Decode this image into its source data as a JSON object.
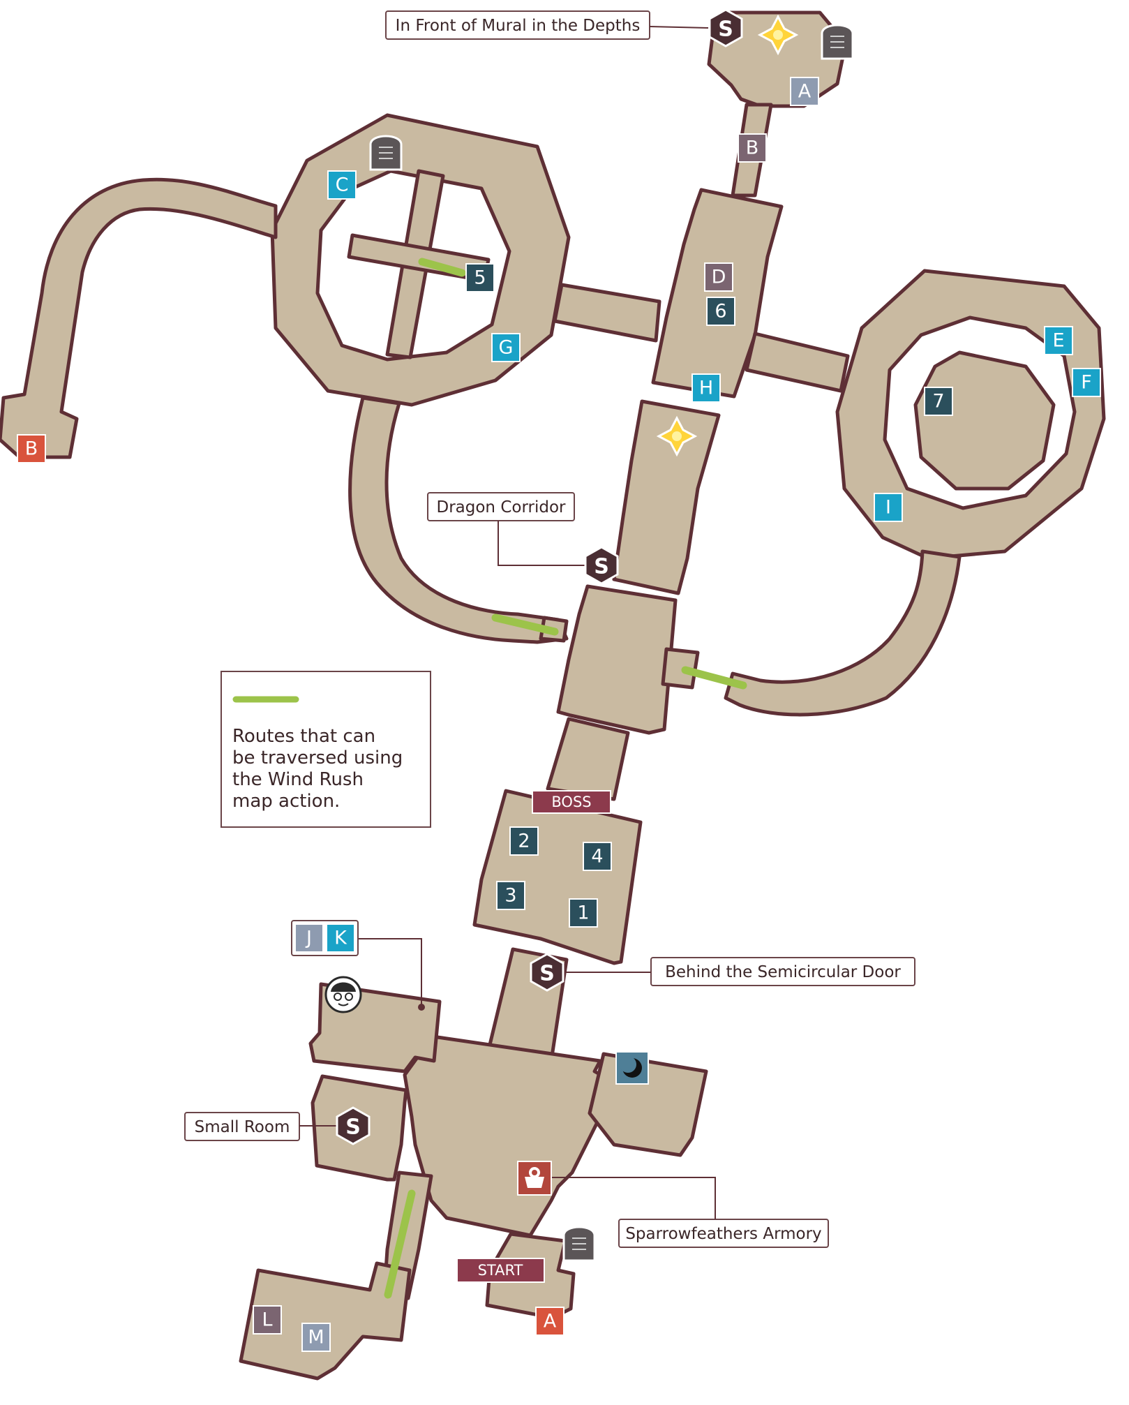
{
  "labels": {
    "mural": "In Front of Mural in the Depths",
    "dragon": "Dragon Corridor",
    "semicircular": "Behind the Semicircular Door",
    "small_room": "Small Room",
    "armory": "Sparrowfeathers Armory"
  },
  "legend": {
    "line_color": "#9cc34a",
    "text_lines": [
      "Routes that can",
      "be traversed using",
      "the Wind Rush",
      "map action."
    ]
  },
  "tags": {
    "boss": "BOSS",
    "start": "START"
  },
  "markers": {
    "A_top": "A",
    "B_corr": "B",
    "C": "C",
    "D": "D",
    "6": "6",
    "5": "5",
    "G": "G",
    "H": "H",
    "E": "E",
    "F": "F",
    "7": "7",
    "I": "I",
    "B_red": "B",
    "2": "2",
    "4": "4",
    "3": "3",
    "1": "1",
    "J": "J",
    "K": "K",
    "L": "L",
    "M": "M",
    "A_red": "A"
  },
  "colors": {
    "floor": "#c9baa1",
    "wall": "#5e2f35",
    "marker_gray": "#8e9bb0",
    "marker_mauve": "#7b6571",
    "marker_teal": "#2b4f5c",
    "marker_cyan": "#1aa3c8",
    "marker_red": "#d9533c",
    "tag": "#8c3a4c"
  },
  "icons": [
    "save-point-icon",
    "star-point-icon",
    "tombstone-icon",
    "merchant-face-icon",
    "moon-icon",
    "shop-icon"
  ]
}
